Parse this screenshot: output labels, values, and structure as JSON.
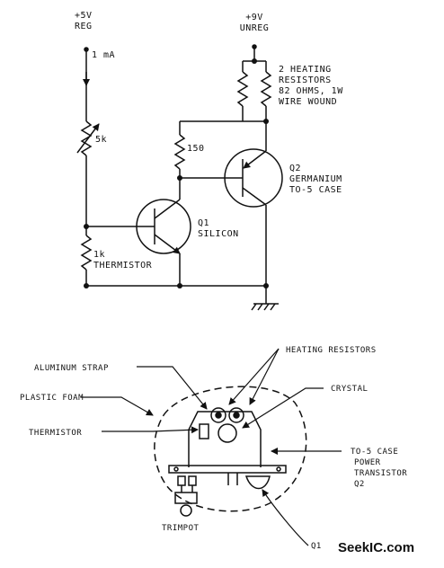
{
  "schematic": {
    "supply_5v": [
      "+5V",
      "REG"
    ],
    "supply_9v": [
      "+9V",
      "UNREG"
    ],
    "current_label": "1 mA",
    "pot_label": "5k",
    "resistor_150_label": "150",
    "thermistor_label": [
      "1k",
      "THERMISTOR"
    ],
    "heating_label": [
      "2 HEATING",
      "RESISTORS",
      "82 OHMS, 1W",
      "WIRE WOUND"
    ],
    "q2_label": [
      "Q2",
      "GERMANIUM",
      "TO-5 CASE"
    ],
    "q1_label": [
      "Q1",
      "SILICON"
    ]
  },
  "assembly": {
    "aluminum_strap": "ALUMINUM STRAP",
    "heating_resistors": "HEATING RESISTORS",
    "plastic_foam": "PLASTIC FOAM",
    "crystal": "CRYSTAL",
    "thermistor": "THERMISTOR",
    "power_transistor": [
      "TO-5 CASE",
      "POWER",
      "TRANSISTOR",
      "Q2"
    ],
    "trimpot": "TRIMPOT",
    "q1": "Q1"
  },
  "watermark": "SeekIC.com"
}
